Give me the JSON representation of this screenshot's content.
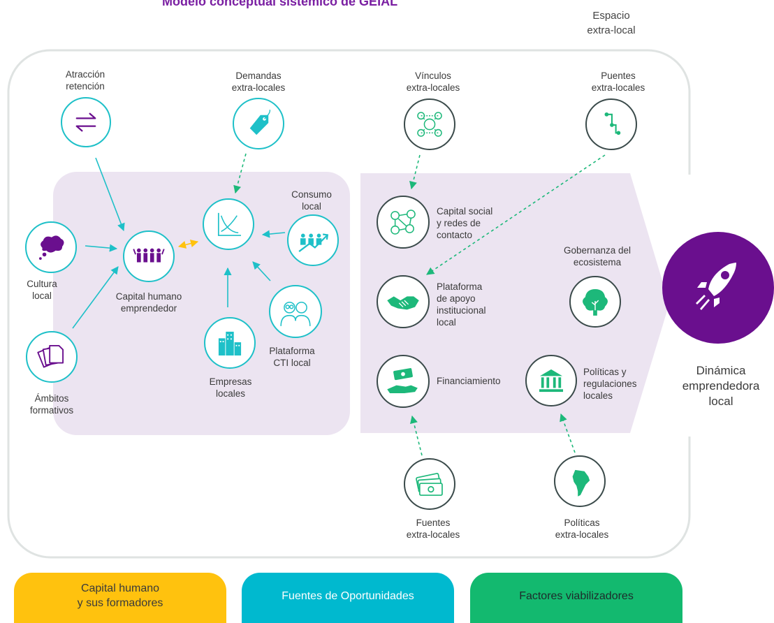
{
  "title": "Modelo conceptual sistémico de GEIAL",
  "outer_label": [
    "Espacio",
    "extra-local"
  ],
  "nodes": {
    "atraccion": [
      "Atracción",
      "retención"
    ],
    "demandas": [
      "Demandas",
      "extra-locales"
    ],
    "vinculos": [
      "Vínculos",
      "extra-locales"
    ],
    "puentes": [
      "Puentes",
      "extra-locales"
    ],
    "consumo": [
      "Consumo",
      "local"
    ],
    "cultura": [
      "Cultura",
      "local"
    ],
    "capital_humano": [
      "Capital humano",
      "emprendedor"
    ],
    "ambitos": [
      "Ámbitos",
      "formativos"
    ],
    "empresas": [
      "Empresas",
      "locales"
    ],
    "plataforma_cti": [
      "Plataforma",
      "CTI local"
    ],
    "capital_social": [
      "Capital social",
      "y redes de",
      "contacto"
    ],
    "plataforma_apoyo": [
      "Plataforma",
      "de apoyo",
      "institucional",
      "local"
    ],
    "gobernanza": [
      "Gobernanza del",
      "ecosistema"
    ],
    "financiamiento": [
      "Financiamiento"
    ],
    "politicas_reg": [
      "Políticas y",
      "regulaciones",
      "locales"
    ],
    "fuentes": [
      "Fuentes",
      "extra-locales"
    ],
    "politicas_extra": [
      "Políticas",
      "extra-locales"
    ]
  },
  "outcome": [
    "Dinámica",
    "emprendedora",
    "local"
  ],
  "legend": {
    "capital": [
      "Capital humano",
      "y sus formadores"
    ],
    "fuentes": "Fuentes de Oportunidades",
    "factores": "Factores viabilizadores"
  },
  "colors": {
    "title": "#7a1fa2",
    "purple": "#6a0f8e",
    "teal": "#1ec0c8",
    "green": "#1db87a",
    "region_fill": "#ece4f1",
    "legend_yellow": "#ffc20e",
    "legend_teal": "#00b9cf",
    "legend_green": "#13b96f"
  }
}
